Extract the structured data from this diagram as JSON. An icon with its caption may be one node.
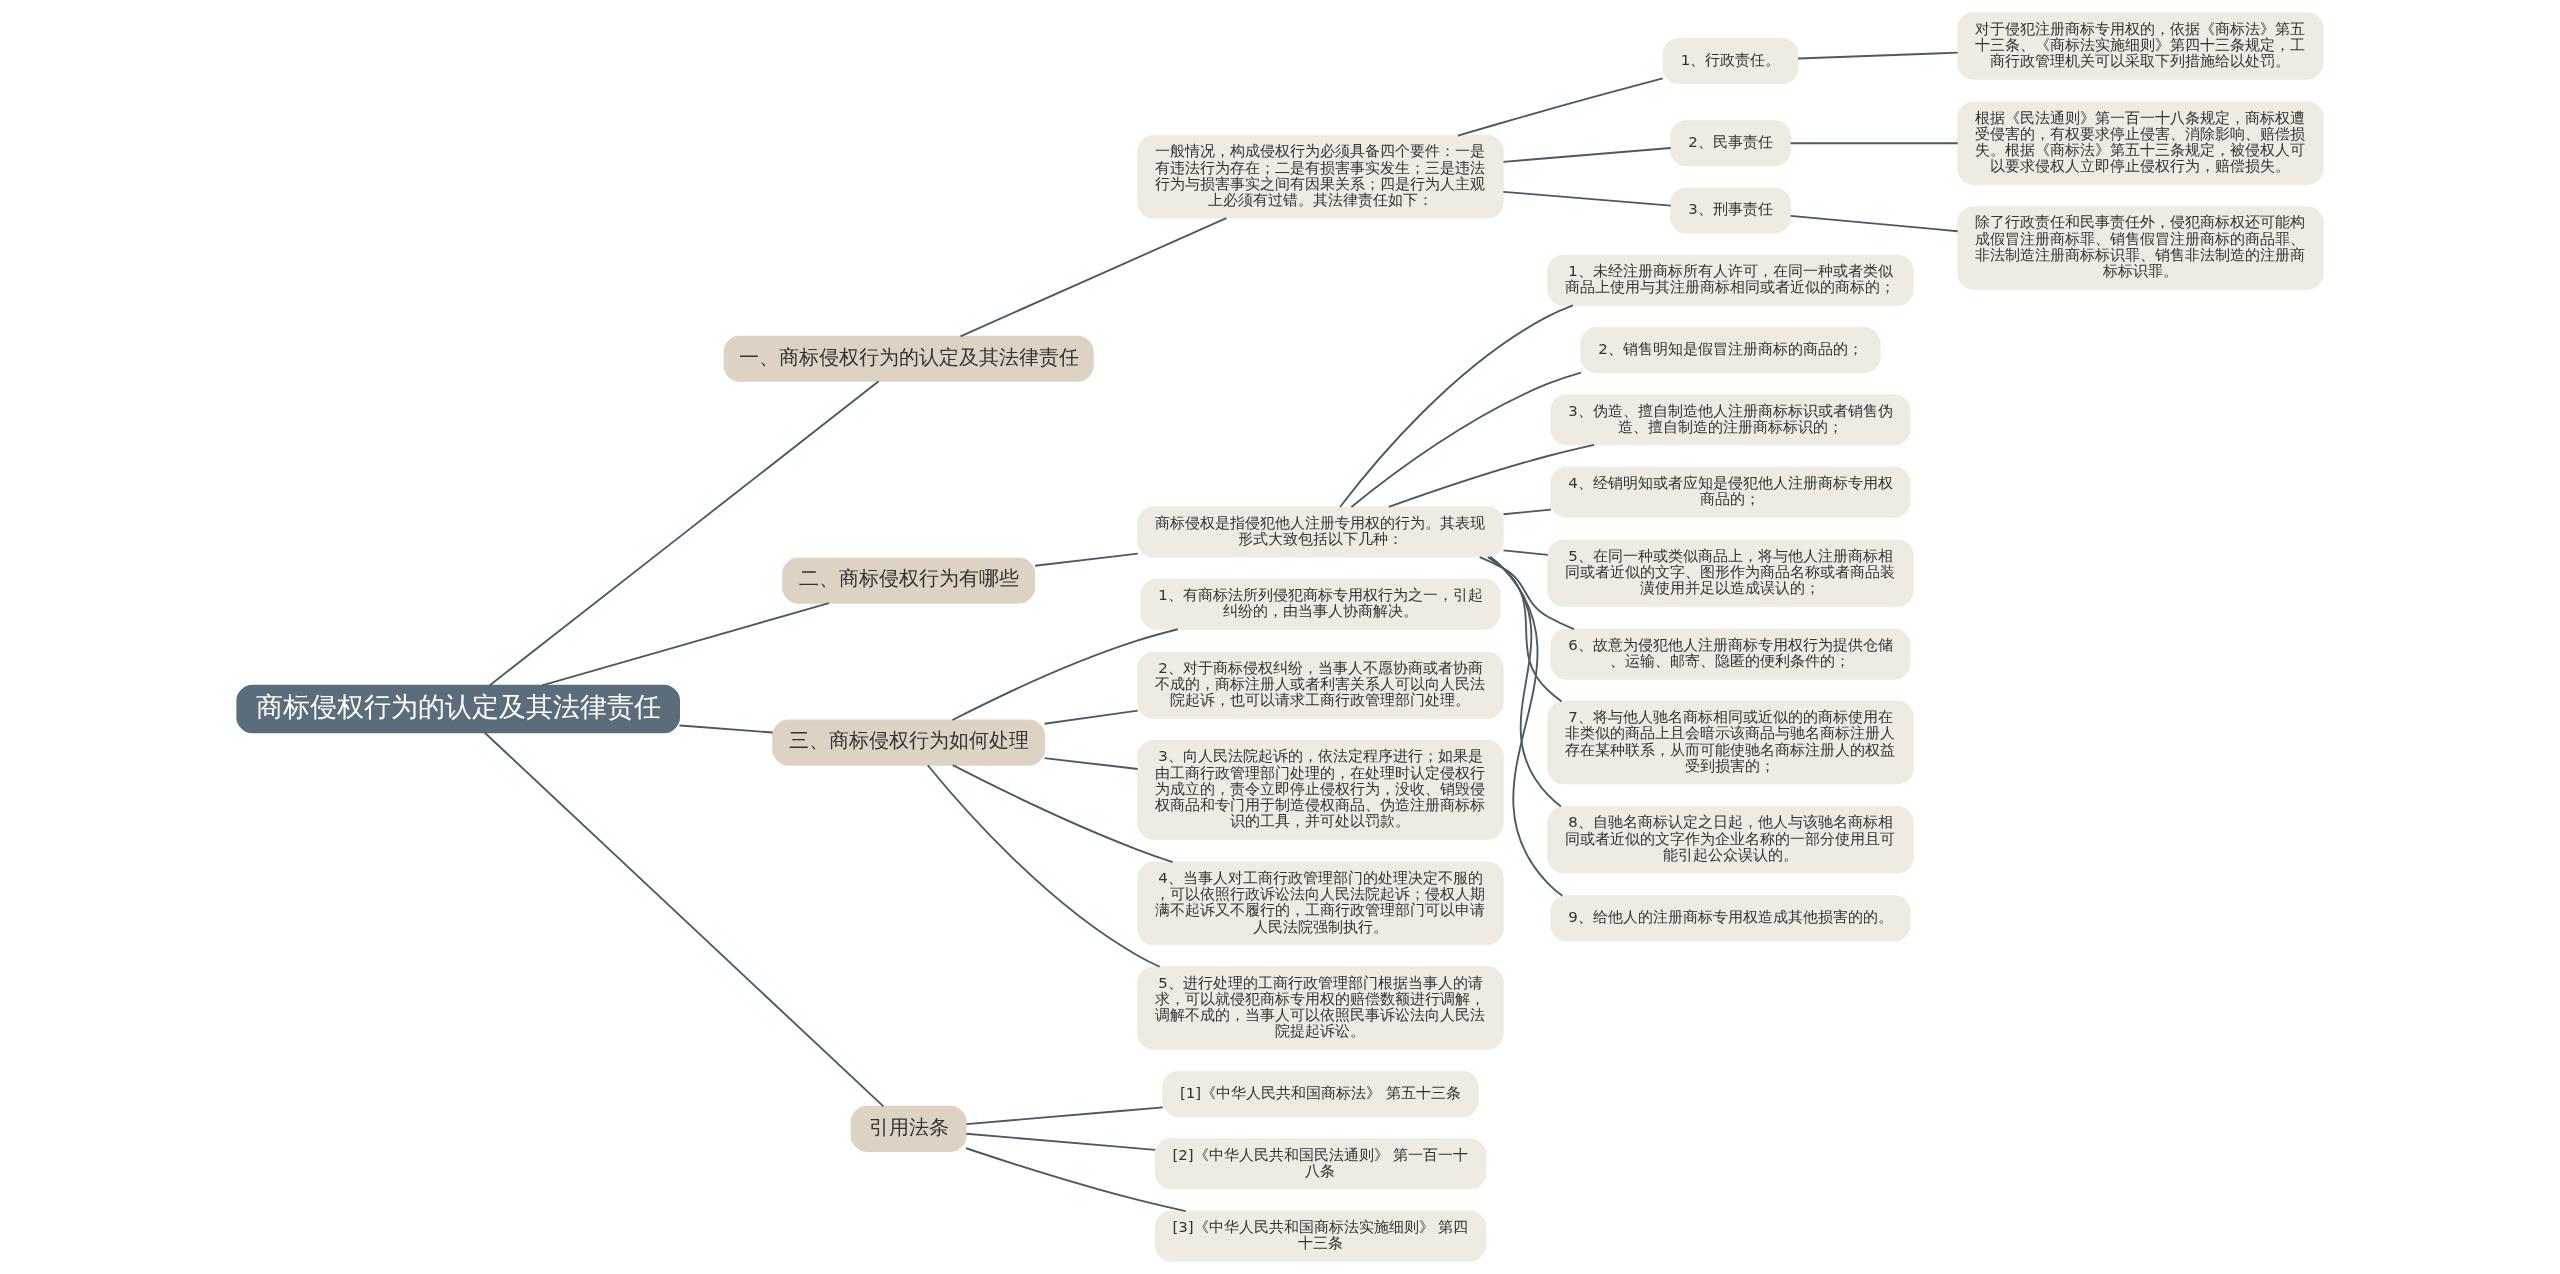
{
  "diagram": {
    "nodes": [
      {
        "text": [
          "商标侵权行为的认定及其法律责任"
        ]
      },
      {
        "text": [
          "一、商标侵权行为的认定及其法律责任"
        ]
      },
      {
        "text": [
          "一般情况，构成侵权行为必须具备四个要件：一是有违法行为存在；二是有损害事实发生；三是违法行为与损害事实之间有因果关系；四是行为人主观上必须有过错。其法律责任如下："
        ]
      },
      {
        "text": [
          "1、行政责任。"
        ]
      },
      {
        "text": [
          "对于侵犯注册商标专用权的，依据《商标法》第五十三条、《商标法实施细则》第四十三条规定，工商行政管理机关可以采取下列措施给以处罚。"
        ]
      },
      {
        "text": [
          "2、民事责任"
        ]
      },
      {
        "text": [
          "根据《民法通则》第一百一十八条规定，商标权遭受侵害的，有权要求停止侵害、消除影响、赔偿损失。根据《商标法》第五十三条规定，被侵权人可以要求侵权人立即停止侵权行为，赔偿损失。"
        ]
      },
      {
        "text": [
          "3、刑事责任"
        ]
      },
      {
        "text": [
          "除了行政责任和民事责任外，侵犯商标权还可能构成假冒注册商标罪、销售假冒注册商标的商品罪、非法制造注册商标标识罪、销售非法制造的注册商标标识罪。"
        ]
      },
      {
        "text": [
          "二、商标侵权行为有哪些"
        ]
      },
      {
        "text": [
          "商标侵权是指侵犯他人注册专用权的行为。其表现形式大致包括以下几种："
        ]
      },
      {
        "text": [
          "1、未经注册商标所有人许可，在同一种或者类似商品上使用与其注册商标相同或者近似的商标的；"
        ]
      },
      {
        "text": [
          "2、销售明知是假冒注册商标的商品的；"
        ]
      },
      {
        "text": [
          "3、伪造、擅自制造他人注册商标标识或者销售伪造、擅自制造的注册商标标识的；"
        ]
      },
      {
        "text": [
          "4、经销明知或者应知是侵犯他人注册商标专用权商品的；"
        ]
      },
      {
        "text": [
          "5、在同一种或类似商品上，将与他人注册商标相同或者近似的文字、图形作为商品名称或者商品装潢使用并足以造成误认的；"
        ]
      },
      {
        "text": [
          "6、故意为侵犯他人注册商标专用权行为提供仓储、运输、邮寄、隐匿的便利条件的；"
        ]
      },
      {
        "text": [
          "7、将与他人驰名商标相同或近似的的商标使用在非类似的商品上且会暗示该商品与驰名商标注册人存在某种联系，从而可能使驰名商标注册人的权益受到损害的；"
        ]
      },
      {
        "text": [
          "8、自驰名商标认定之日起，他人与该驰名商标相同或者近似的文字作为企业名称的一部分使用且可能引起公众误认的。"
        ]
      },
      {
        "text": [
          "9、给他人的注册商标专用权造成其他损害的的。"
        ]
      },
      {
        "text": [
          "三、商标侵权行为如何处理"
        ]
      },
      {
        "text": [
          "1、有商标法所列侵犯商标专用权行为之一，引起纠纷的，由当事人协商解决。"
        ]
      },
      {
        "text": [
          "2、对于商标侵权纠纷，当事人不愿协商或者协商不成的，商标注册人或者利害关系人可以向人民法院起诉，也可以请求工商行政管理部门处理。"
        ]
      },
      {
        "text": [
          "3、向人民法院起诉的，依法定程序进行；如果是由工商行政管理部门处理的，在处理时认定侵权行为成立的，责令立即停止侵权行为，没收、销毁侵权商品和专门用于制造侵权商品、伪造注册商标标识的工具，并可处以罚款。"
        ]
      },
      {
        "text": [
          "4、当事人对工商行政管理部门的处理决定不服的，可以依照行政诉讼法向人民法院起诉；侵权人期满不起诉又不履行的，工商行政管理部门可以申请人民法院强制执行。"
        ]
      },
      {
        "text": [
          "5、进行处理的工商行政管理部门根据当事人的请求，可以就侵犯商标专用权的赔偿数额进行调解，调解不成的，当事人可以依照民事诉讼法向人民法院提起诉讼。"
        ]
      },
      {
        "text": [
          "引用法条"
        ]
      },
      {
        "text": [
          "[1]《中华人民共和国商标法》 第五十三条"
        ]
      },
      {
        "text": [
          "[2]《中华人民共和国民法通则》 第一百一十八条"
        ]
      },
      {
        "text": [
          "[3]《中华人民共和国商标法实施细则》 第四十三条"
        ]
      }
    ],
    "edges": [
      {
        "from": 0,
        "to": 1,
        "arrow": "none"
      },
      {
        "from": 1,
        "to": 2,
        "arrow": "none"
      },
      {
        "from": 2,
        "to": 3,
        "arrow": "none"
      },
      {
        "from": 3,
        "to": 4,
        "arrow": "none"
      },
      {
        "from": 2,
        "to": 5,
        "arrow": "none"
      },
      {
        "from": 5,
        "to": 6,
        "arrow": "none"
      },
      {
        "from": 2,
        "to": 7,
        "arrow": "none"
      },
      {
        "from": 7,
        "to": 8,
        "arrow": "none"
      },
      {
        "from": 0,
        "to": 9,
        "arrow": "none"
      },
      {
        "from": 9,
        "to": 10,
        "arrow": "none"
      },
      {
        "from": 10,
        "to": 11,
        "arrow": "none"
      },
      {
        "from": 10,
        "to": 12,
        "arrow": "none"
      },
      {
        "from": 10,
        "to": 13,
        "arrow": "none"
      },
      {
        "from": 10,
        "to": 14,
        "arrow": "none"
      },
      {
        "from": 10,
        "to": 15,
        "arrow": "none"
      },
      {
        "from": 10,
        "to": 16,
        "arrow": "none"
      },
      {
        "from": 10,
        "to": 17,
        "arrow": "none"
      },
      {
        "from": 10,
        "to": 18,
        "arrow": "none"
      },
      {
        "from": 10,
        "to": 19,
        "arrow": "none"
      },
      {
        "from": 0,
        "to": 20,
        "arrow": "none"
      },
      {
        "from": 20,
        "to": 21,
        "arrow": "none"
      },
      {
        "from": 20,
        "to": 22,
        "arrow": "none"
      },
      {
        "from": 20,
        "to": 23,
        "arrow": "none"
      },
      {
        "from": 20,
        "to": 24,
        "arrow": "none"
      },
      {
        "from": 20,
        "to": 25,
        "arrow": "none"
      },
      {
        "from": 0,
        "to": 26,
        "arrow": "none"
      },
      {
        "from": 26,
        "to": 27,
        "arrow": "none"
      },
      {
        "from": 26,
        "to": 28,
        "arrow": "none"
      },
      {
        "from": 26,
        "to": 29,
        "arrow": "none"
      }
    ]
  }
}
